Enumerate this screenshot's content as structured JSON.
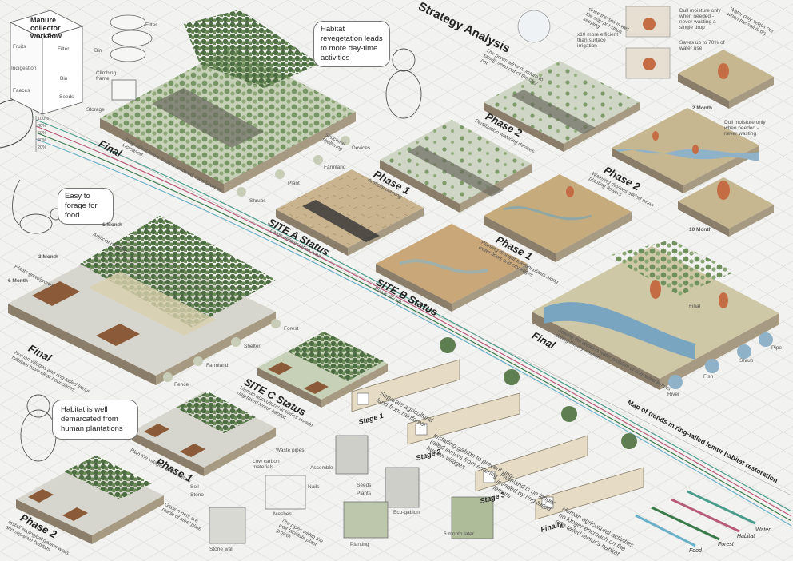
{
  "title": "Strategy Analysis",
  "map_title": "Map of trends in ring-tailed lemur habitat restoration",
  "bubbles": {
    "revegetation": "Habitat revegetation leads to more day-time activities",
    "forage": "Easy to forage for food",
    "demarcated": "Habitat is well demarcated from human plantations"
  },
  "workflow": {
    "title": "Manure collector workflow",
    "fruits": "Fruits",
    "indigestion": "Indigestion",
    "faeces": "Faeces",
    "filter": "Filter",
    "bin": "Bin",
    "seeds": "Seeds",
    "filter2": "Filter",
    "bin2": "Bin",
    "climbing_frame": "Climbing frame",
    "storage": "Storage"
  },
  "site_a": {
    "final": "Final",
    "final_desc": "Ring-tailed lemur habitat restored, food sources increased",
    "status": "SITE A   Status",
    "status_desc": "Large deforestation area",
    "phase1": "Phase 1",
    "phase1_desc": "Artificial planting",
    "labels": [
      "Shrubs",
      "Plant",
      "Farmland",
      "Devices"
    ],
    "structural": "Structural sheltering"
  },
  "site_b": {
    "phase2": "Phase 2",
    "phase2_desc": "Fertilization watering devices",
    "phase2b": "Phase 2",
    "phase2b_desc": "Watering devices added when planting flowers",
    "phase1": "Phase 1",
    "phase1_desc": "Planting drought-tolerant plants along water flows and city edges",
    "status": "SITE B   Status",
    "status_desc": "Plains dry up",
    "final": "Final",
    "final_desc": "Solving the drinking water problem of ring-tailed lemurs during the dry season",
    "pores": "The pores allow moisture to slowly seep out of the clay pot",
    "x10": "x10 more efficient than surface irrigation",
    "saves": "Saves up to 70% of water use",
    "since": "since the soil is wet the clay pot stops seeping",
    "moist1": "Dull moisture only when needed - never wasting a single drop",
    "moist2": "Water only seeps out when the soil is dry",
    "moist3": "Dull moisture only when needed - never wasting",
    "month2": "2 Month",
    "month10": "10 Month",
    "final_label": "Final",
    "river": "River",
    "fish": "Fish",
    "shrub": "Shrub",
    "pipe": "Pipe"
  },
  "site_c": {
    "final": "Final",
    "final_desc": "Human villages and ring-tailed lemur habitats have clear boundaries",
    "status": "SITE C   Status",
    "status_desc": "Human agricultural activities invade ring-tailed lemur habitat",
    "phase1": "Phase 1",
    "phase1_desc": "Plan the villages and habitats",
    "phase2": "Phase 2",
    "phase2_desc": "Install ecological gabion walls and separate habitats",
    "months": [
      "1 Month",
      "3 Month",
      "6 Month"
    ],
    "planting": "Artificial planting",
    "plants_growing": "Plants grow/grown",
    "labels": [
      "Forest",
      "Shelter",
      "Farmland",
      "Fence"
    ]
  },
  "gabion": {
    "waste_pipes": "Waste pipes",
    "low_carbon": "Low carbon materials",
    "soil": "Soil",
    "stone": "Stone",
    "assemble": "Assemble",
    "nails": "Nails",
    "seeds": "Seeds",
    "plants": "Plants",
    "meshes": "Meshes",
    "eco_gabion": "Eco-gabion",
    "stone_wall": "Stone wall",
    "planting": "Planting",
    "month6": "6 month later",
    "gabion_nets": "Gabion nets are made of steel plate",
    "pipes_note": "The pipes within the wall facilitate plant growth"
  },
  "stages": [
    {
      "name": "Stage 1",
      "desc": "Separate agricultural land from rainforest"
    },
    {
      "name": "Stage 2",
      "desc": "Installing gabion to prevent ring-tailed lemurs from entering human villages"
    },
    {
      "name": "Stage 3",
      "desc": "Farmland is no longer invaded by ring-tailed lemurs"
    },
    {
      "name": "Finally",
      "desc": "Human agricultural activities no longer encroach on the ring-tailed lemur's habitat"
    }
  ],
  "legend": [
    {
      "name": "Water",
      "color": "#4a9d8d"
    },
    {
      "name": "Habitat",
      "color": "#b85a7a"
    },
    {
      "name": "Forest",
      "color": "#3a7a4a"
    },
    {
      "name": "Food",
      "color": "#6ab0c8"
    }
  ],
  "axis_ticks": [
    "100%",
    "80%",
    "60%",
    "40%",
    "20%"
  ],
  "colors": {
    "ground": "#cfd6c5",
    "green": "#7c9a68",
    "dark_green": "#4f6f45",
    "soil": "#a48f6e",
    "water": "#7aa5c0",
    "slab": "#8a7e6a"
  }
}
